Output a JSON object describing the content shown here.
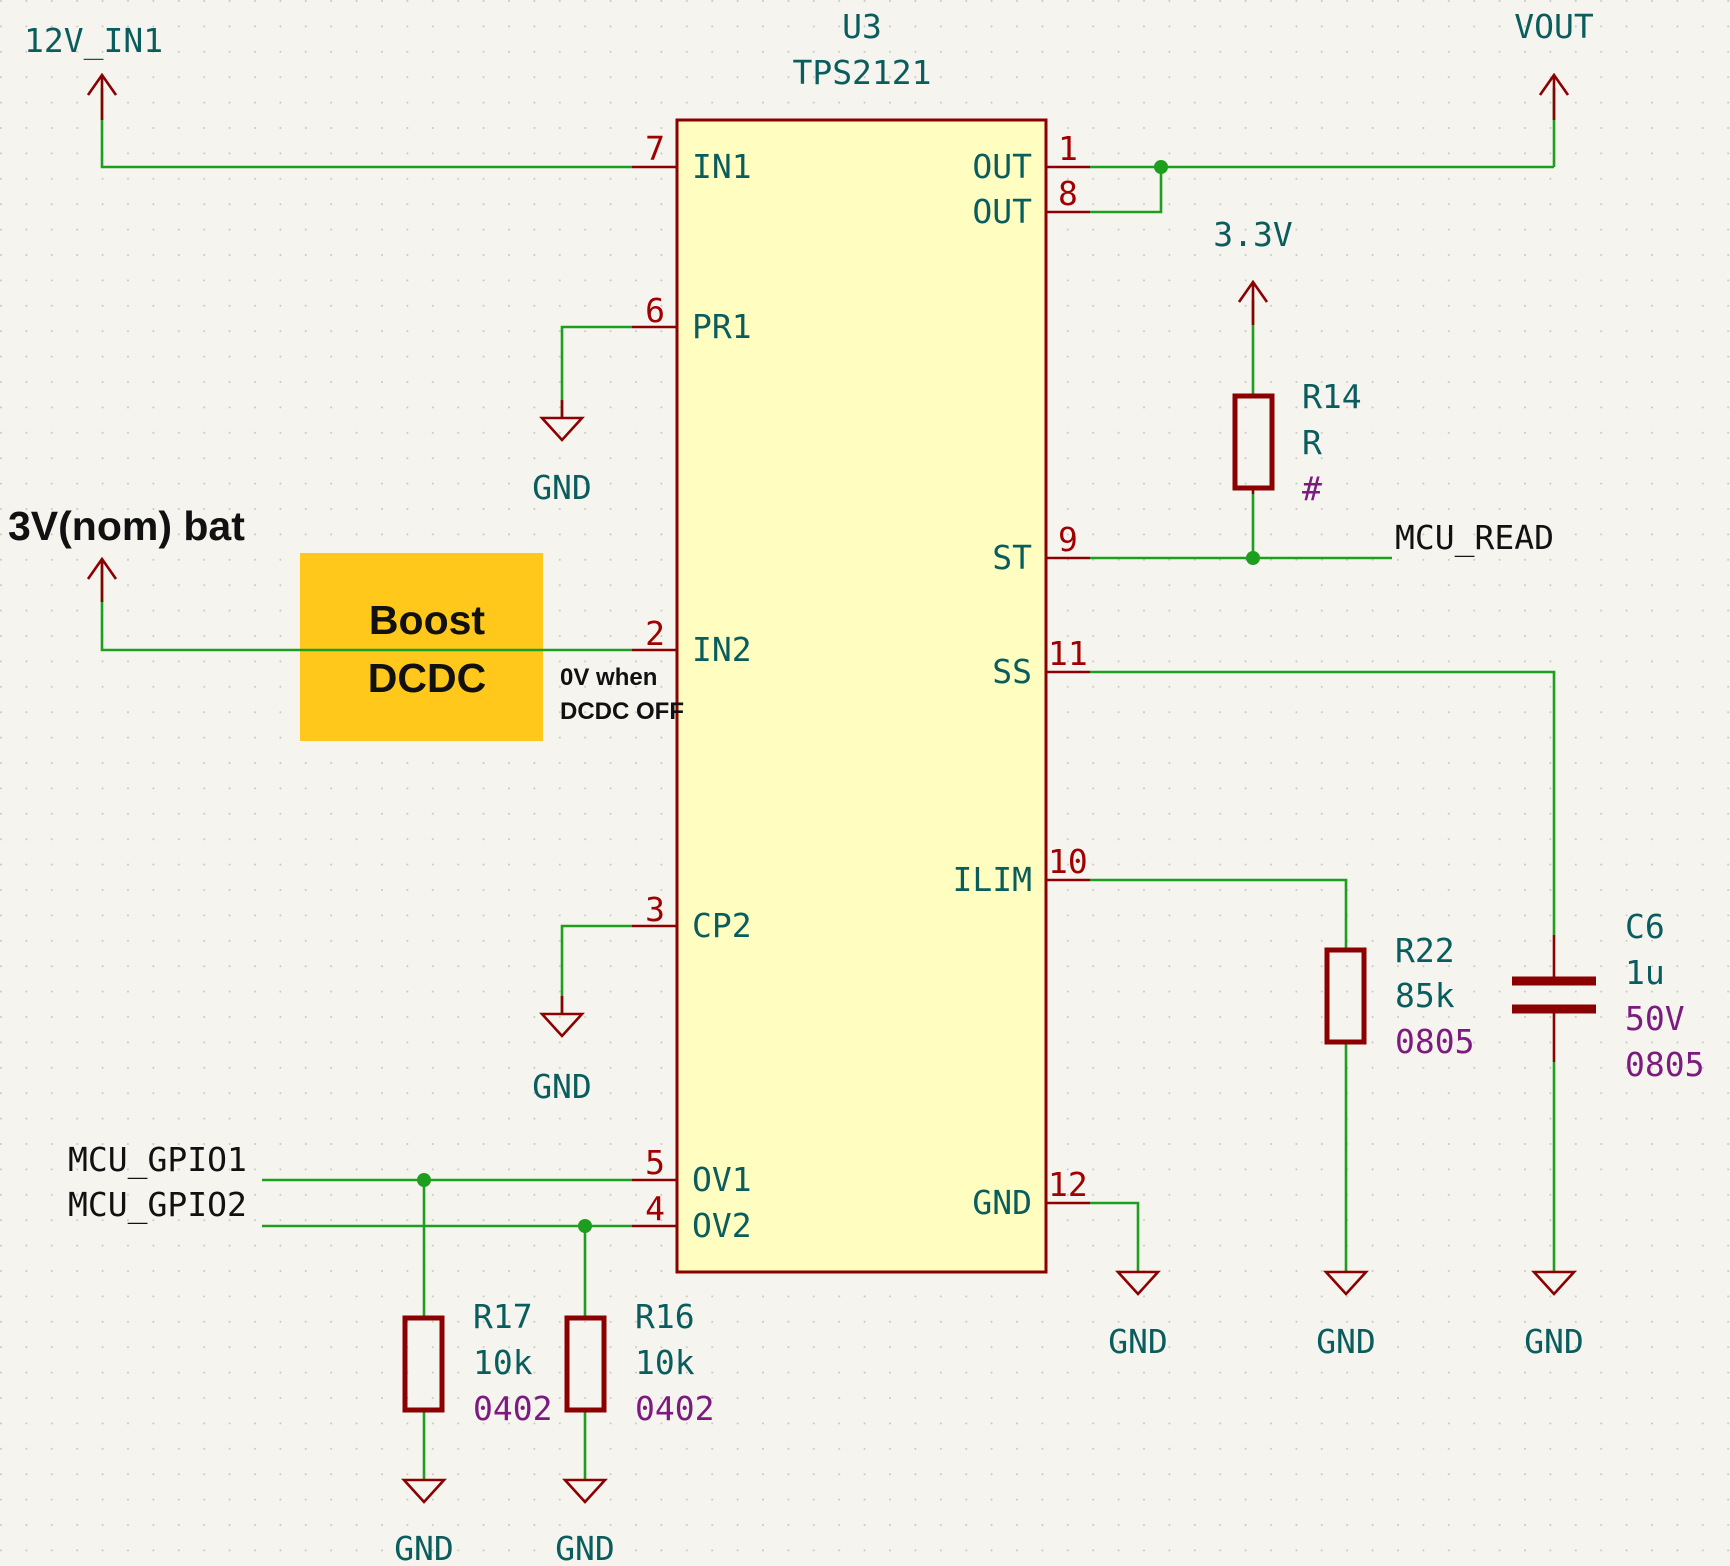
{
  "colors": {
    "background": "#f5f4ef",
    "wire": "#1e9e1e",
    "pin": "#8b0000",
    "pin_number": "#a00000",
    "label": "#0a5d5d",
    "value_extra": "#7d1a80",
    "ic_fill": "#fffec0",
    "ic_border": "#8b0000",
    "annotation_box": "#ffc81a",
    "annotation_text": "#111111"
  },
  "ic": {
    "ref": "U3",
    "value": "TPS2121",
    "left_pins": [
      {
        "num": "7",
        "name": "IN1"
      },
      {
        "num": "6",
        "name": "PR1"
      },
      {
        "num": "2",
        "name": "IN2"
      },
      {
        "num": "3",
        "name": "CP2"
      },
      {
        "num": "5",
        "name": "OV1"
      },
      {
        "num": "4",
        "name": "OV2"
      }
    ],
    "right_pins": [
      {
        "num": "1",
        "name": "OUT"
      },
      {
        "num": "8",
        "name": "OUT"
      },
      {
        "num": "9",
        "name": "ST"
      },
      {
        "num": "11",
        "name": "SS"
      },
      {
        "num": "10",
        "name": "ILIM"
      },
      {
        "num": "12",
        "name": "GND"
      }
    ]
  },
  "power_labels": {
    "in1": "12V_IN1",
    "vout": "VOUT",
    "v33": "3.3V",
    "bat": "3V(nom) bat"
  },
  "net_labels": {
    "mcu_read": "MCU_READ",
    "gpio1": "MCU_GPIO1",
    "gpio2": "MCU_GPIO2"
  },
  "gnd_label": "GND",
  "components": {
    "r14": {
      "ref": "R14",
      "value": "R",
      "extra": "#"
    },
    "r22": {
      "ref": "R22",
      "value": "85k",
      "extra": "0805"
    },
    "c6": {
      "ref": "C6",
      "value": "1u",
      "extra1": "50V",
      "extra2": "0805"
    },
    "r17": {
      "ref": "R17",
      "value": "10k",
      "extra": "0402"
    },
    "r16": {
      "ref": "R16",
      "value": "10k",
      "extra": "0402"
    }
  },
  "annotation": {
    "box_line1": "Boost",
    "box_line2": "DCDC",
    "note_line1": "0V when",
    "note_line2": "DCDC OFF"
  }
}
